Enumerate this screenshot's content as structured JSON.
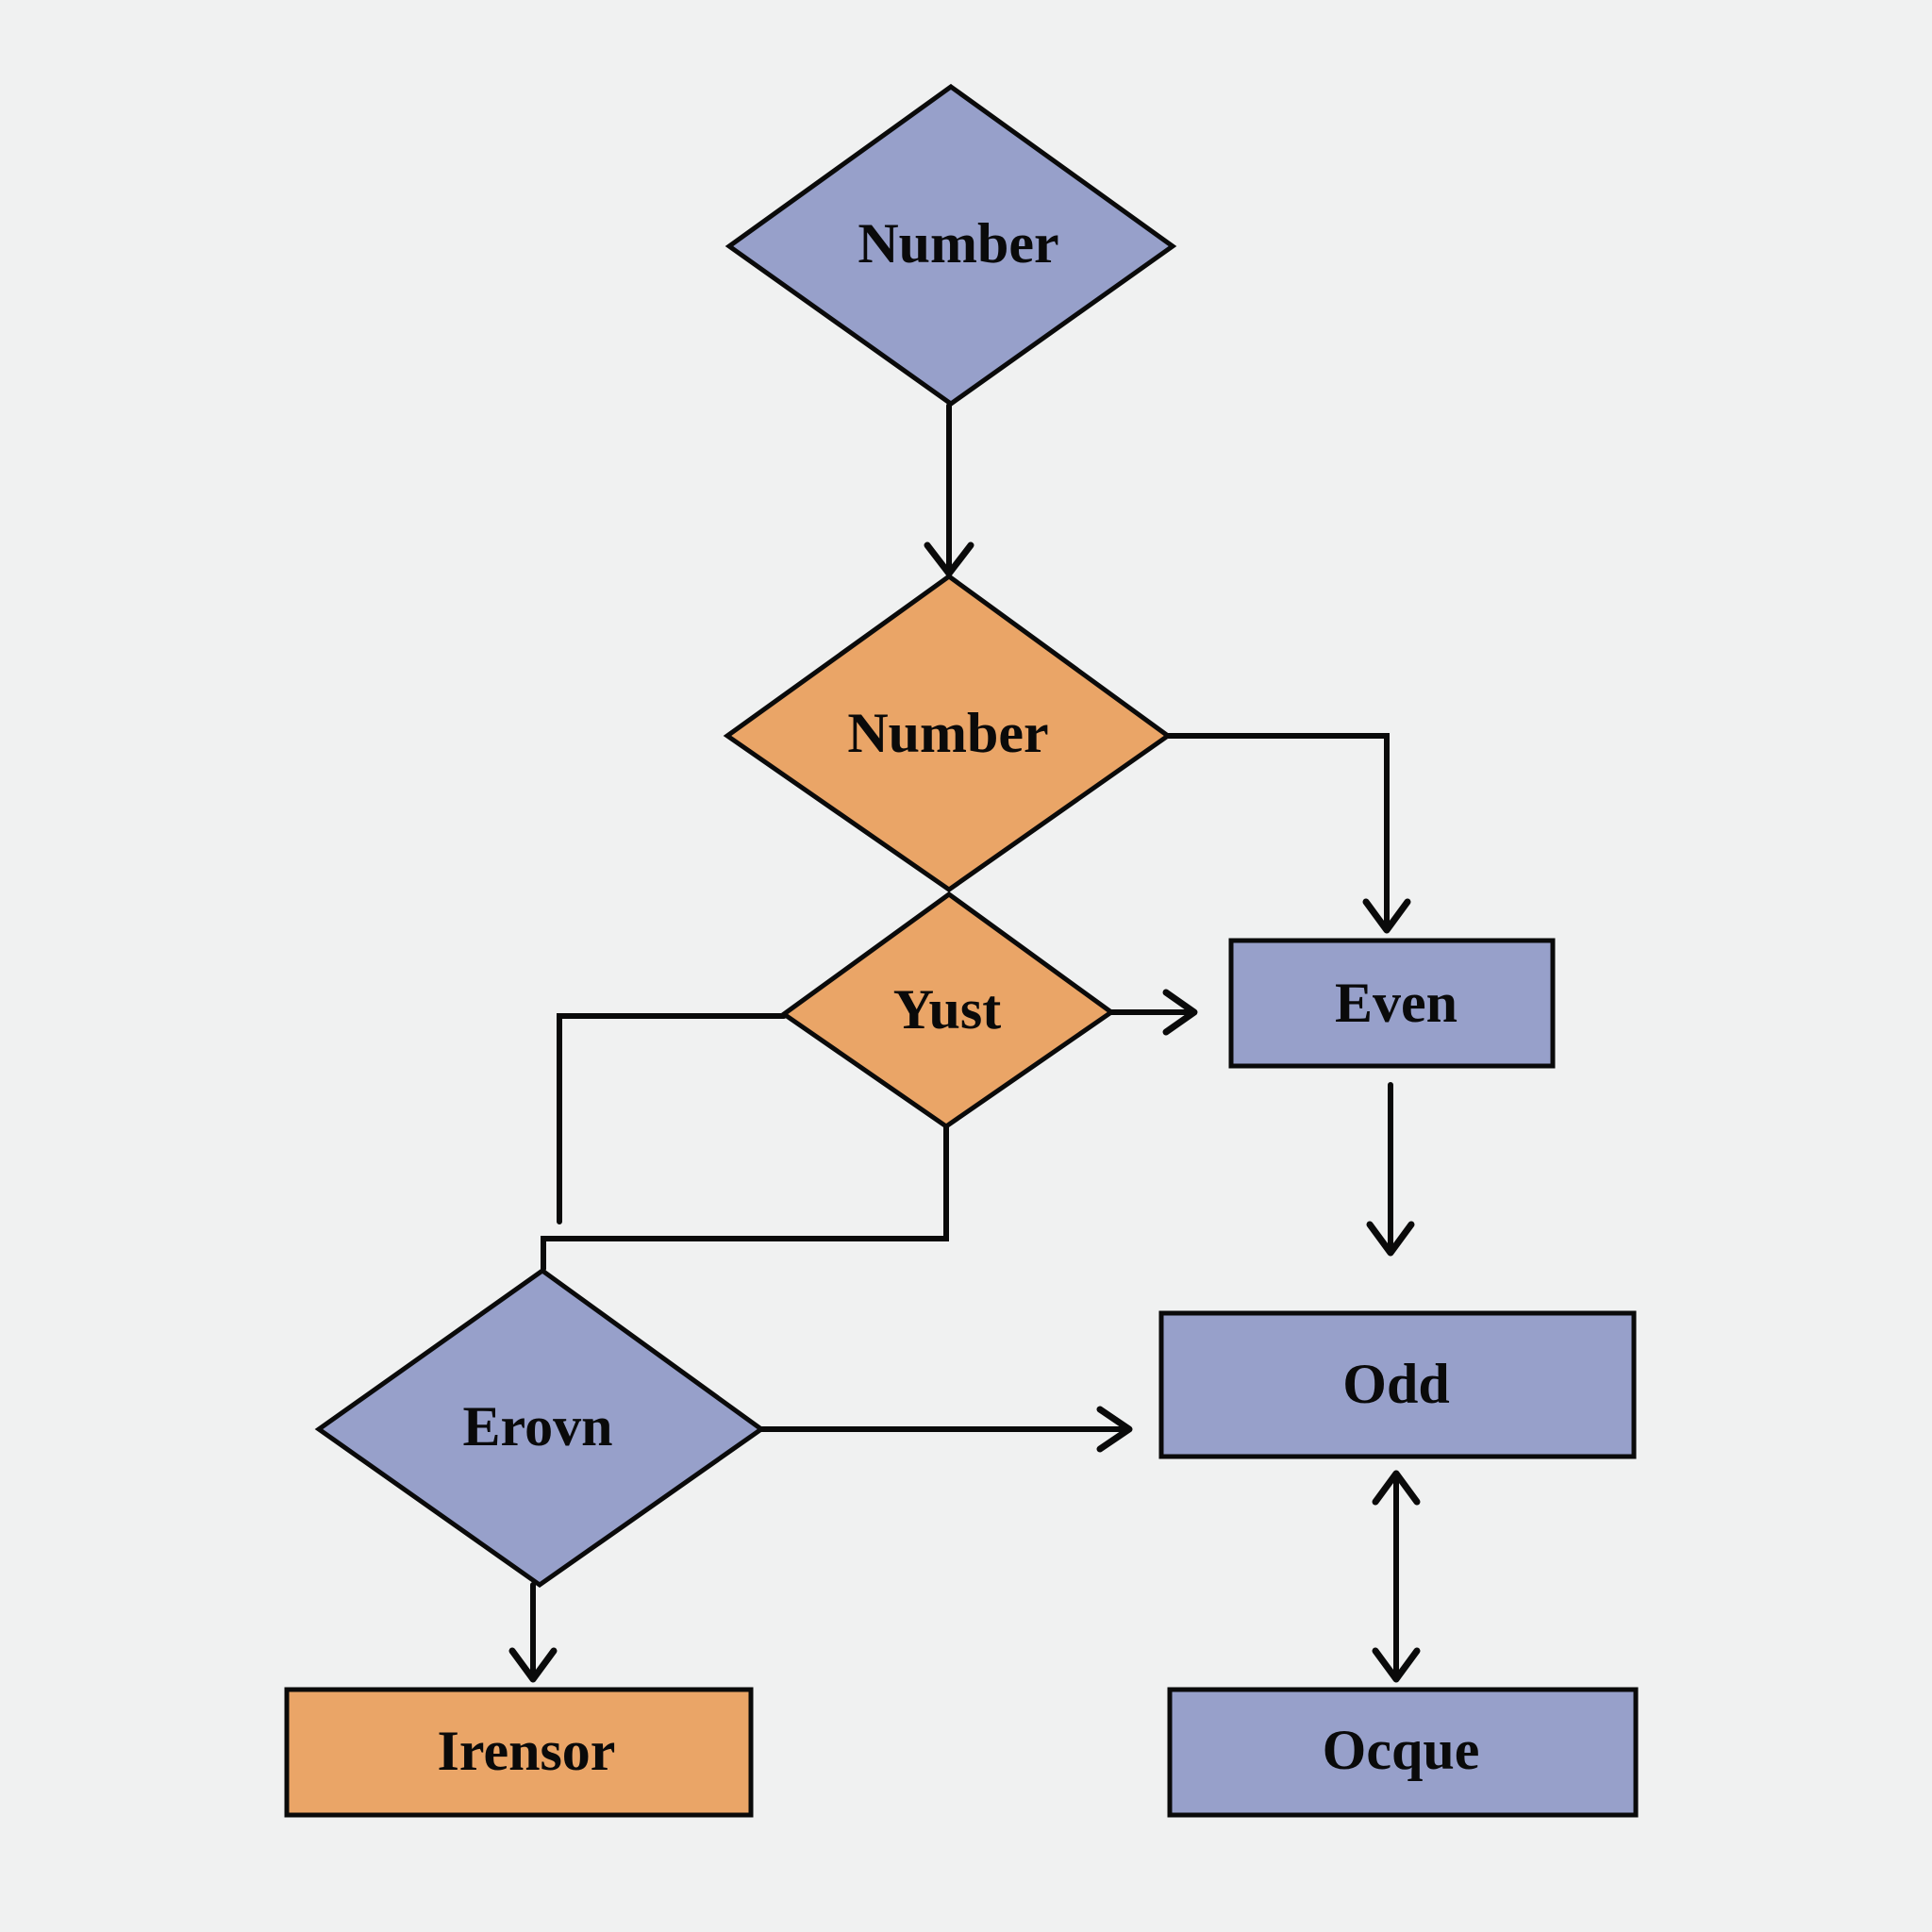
{
  "colors": {
    "background": "#f0f1f1",
    "blue": "#97a0ca",
    "orange": "#eaa567",
    "stroke": "#0a0a0a"
  },
  "nodes": [
    {
      "id": "number-top",
      "shape": "diamond",
      "label": "Number",
      "color": "blue"
    },
    {
      "id": "number-mid",
      "shape": "diamond",
      "label": "Number",
      "color": "orange"
    },
    {
      "id": "yust",
      "shape": "diamond",
      "label": "Yust",
      "color": "orange"
    },
    {
      "id": "even",
      "shape": "rect",
      "label": "Even",
      "color": "blue"
    },
    {
      "id": "erovn",
      "shape": "diamond",
      "label": "Erovn",
      "color": "blue"
    },
    {
      "id": "odd",
      "shape": "rect",
      "label": "Odd",
      "color": "blue"
    },
    {
      "id": "irensor",
      "shape": "rect",
      "label": "Irensor",
      "color": "orange"
    },
    {
      "id": "ocque",
      "shape": "rect",
      "label": "Ocque",
      "color": "blue"
    }
  ],
  "edges": [
    {
      "from": "number-top",
      "to": "number-mid",
      "direction": "forward"
    },
    {
      "from": "number-mid",
      "to": "even",
      "direction": "forward"
    },
    {
      "from": "number-mid",
      "to": "yust",
      "direction": "none"
    },
    {
      "from": "yust",
      "to": "even",
      "direction": "forward"
    },
    {
      "from": "yust",
      "to": "erovn",
      "direction": "none"
    },
    {
      "from": "even",
      "to": "odd",
      "direction": "forward"
    },
    {
      "from": "erovn",
      "to": "odd",
      "direction": "forward"
    },
    {
      "from": "erovn",
      "to": "irensor",
      "direction": "forward"
    },
    {
      "from": "odd",
      "to": "ocque",
      "direction": "both"
    }
  ]
}
